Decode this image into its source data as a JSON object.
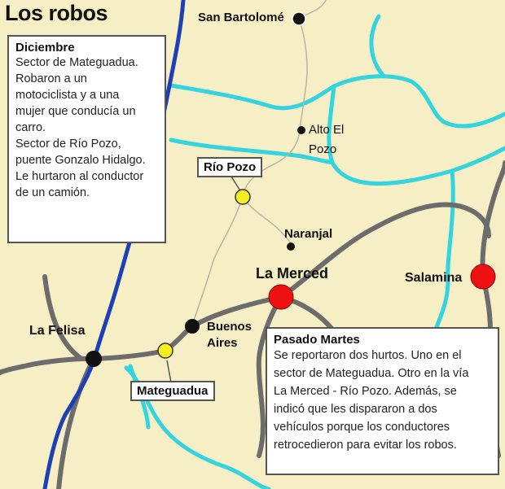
{
  "title": "Los robos",
  "colors": {
    "land": "#f6efc6",
    "river_main": "#1f3fb5",
    "river_minor": "#33d4de",
    "road_main": "#6c6c6c",
    "trail": "#bab3a2",
    "town": "#111111",
    "incident": "#f2ee20",
    "city": "#ee1111"
  },
  "boxes": {
    "diciembre": {
      "heading": "Diciembre",
      "text": "Sector de Mateguadua.\nRobaron a un\nmotociclista y a una\nmujer que conducía un\ncarro.\nSector de Río Pozo,\npuente Gonzalo Hidalgo.\nLe hurtaron al conductor\nde un camión."
    },
    "martes": {
      "heading": "Pasado Martes",
      "text": "Se reportaron  dos hurtos. Uno en el\nsector de Mateguadua. Otro en la vía\nLa Merced - Río Pozo. Además, se\nindicó que les dispararon a dos\nvehículos porque los conductores\nretrocedieron para evitar los robos."
    }
  },
  "places": {
    "san_bartolome": "San Bartolomé",
    "alto_el_pozo": "Alto El\nPozo",
    "naranjal": "Naranjal",
    "la_merced": "La Merced",
    "salamina": "Salamina",
    "buenos_aires": "Buenos\nAires",
    "la_felisa": "La Felisa"
  },
  "incident_tags": {
    "rio_pozo": "Río Pozo",
    "mateguadua": "Mateguadua"
  }
}
